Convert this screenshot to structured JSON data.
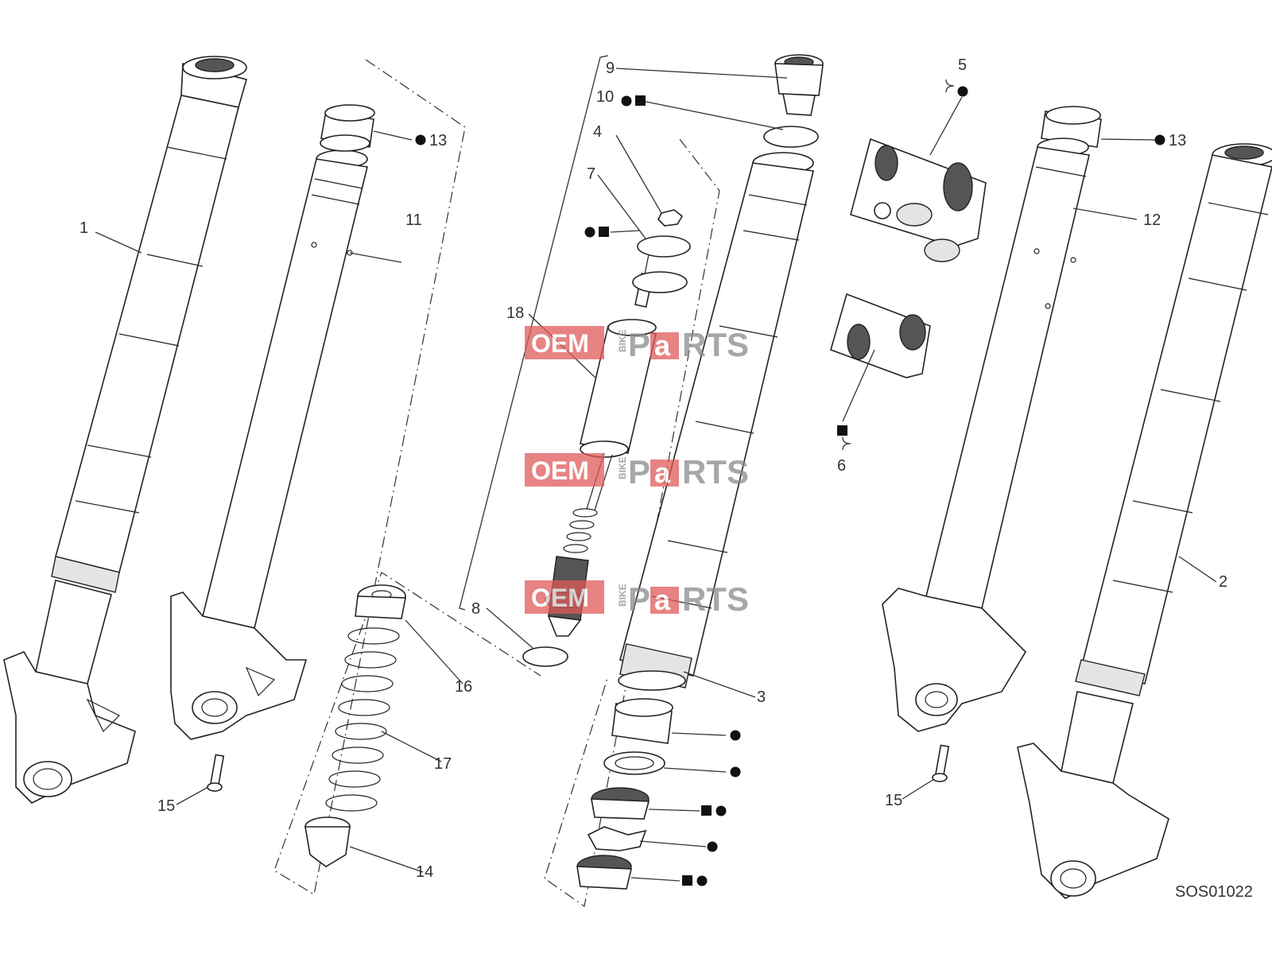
{
  "diagram_code": "SOS01022",
  "watermark": {
    "oem": "OEM",
    "bike": "BIKE",
    "parts_p": "P",
    "parts_a": "a",
    "parts_rts": "RTS",
    "color_red": "#e05a5a",
    "color_gray": "#8a8a8a"
  },
  "callouts": {
    "c1": "1",
    "c2": "2",
    "c3": "3",
    "c4": "4",
    "c5": "5",
    "c6": "6",
    "c7": "7",
    "c8": "8",
    "c9": "9",
    "c10": "10",
    "c11": "11",
    "c12": "12",
    "c13a": "13",
    "c13b": "13",
    "c14": "14",
    "c15a": "15",
    "c15b": "15",
    "c16": "16",
    "c17": "17",
    "c18": "18"
  },
  "symbols": {
    "circle": "●",
    "square": "■",
    "brace": "{"
  }
}
